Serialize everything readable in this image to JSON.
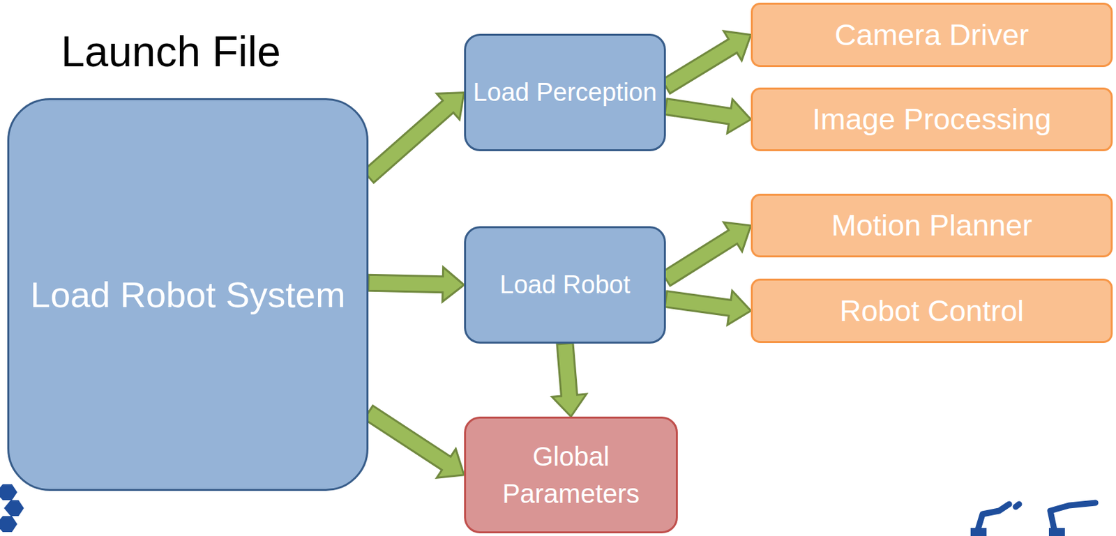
{
  "diagram": {
    "title": "Launch File",
    "nodes": [
      {
        "text": [
          "Load Robot System"
        ]
      },
      {
        "text": [
          "Load Perception"
        ]
      },
      {
        "text": [
          "Camera Driver"
        ]
      },
      {
        "text": [
          "Image Processing"
        ]
      },
      {
        "text": [
          "Load Robot"
        ]
      },
      {
        "text": [
          "Motion Planner"
        ]
      },
      {
        "text": [
          "Robot Control"
        ]
      },
      {
        "text": [
          "Global Parameters"
        ]
      }
    ],
    "edges": [
      {
        "from": 0,
        "to": 1,
        "arrow": "to"
      },
      {
        "from": 0,
        "to": 4,
        "arrow": "to"
      },
      {
        "from": 0,
        "to": 7,
        "arrow": "to"
      },
      {
        "from": 1,
        "to": 2,
        "arrow": "to"
      },
      {
        "from": 1,
        "to": 3,
        "arrow": "to"
      },
      {
        "from": 4,
        "to": 5,
        "arrow": "to"
      },
      {
        "from": 4,
        "to": 6,
        "arrow": "to"
      },
      {
        "from": 4,
        "to": 7,
        "arrow": "to"
      }
    ]
  }
}
